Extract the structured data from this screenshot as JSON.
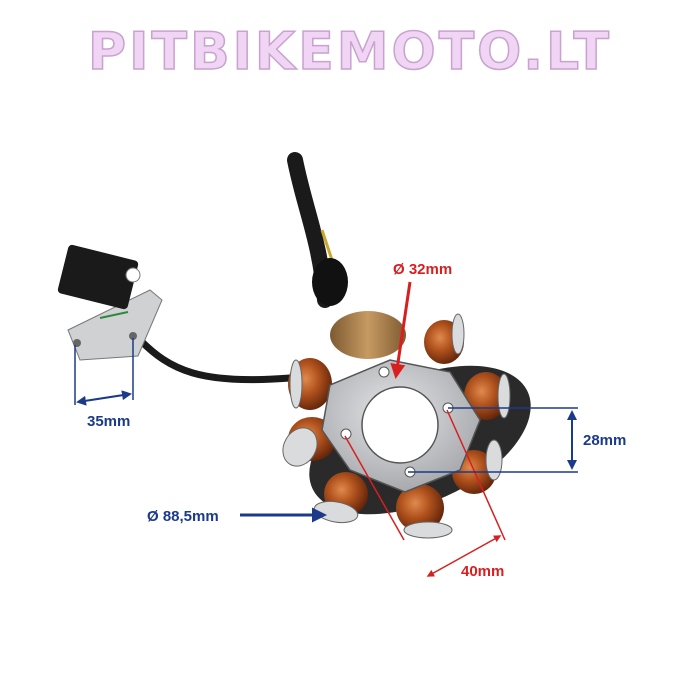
{
  "watermark": "PITBIKEMOTO.LT",
  "dimensions": {
    "inner_diameter": "Ø 32mm",
    "outer_diameter": "Ø 88,5mm",
    "mount_hole_spacing": "40mm",
    "hole_offset": "28mm",
    "pickup_hole_spacing": "35mm"
  },
  "colors": {
    "red_annotation": "#d81f1f",
    "blue_annotation": "#1b3a8a",
    "watermark_fill": "#f1d5f4",
    "copper_coil": "#a2461c",
    "plate": "#bfc1c4"
  },
  "icons": [
    "stator-image",
    "pickup-sensor-image",
    "cable-image"
  ]
}
